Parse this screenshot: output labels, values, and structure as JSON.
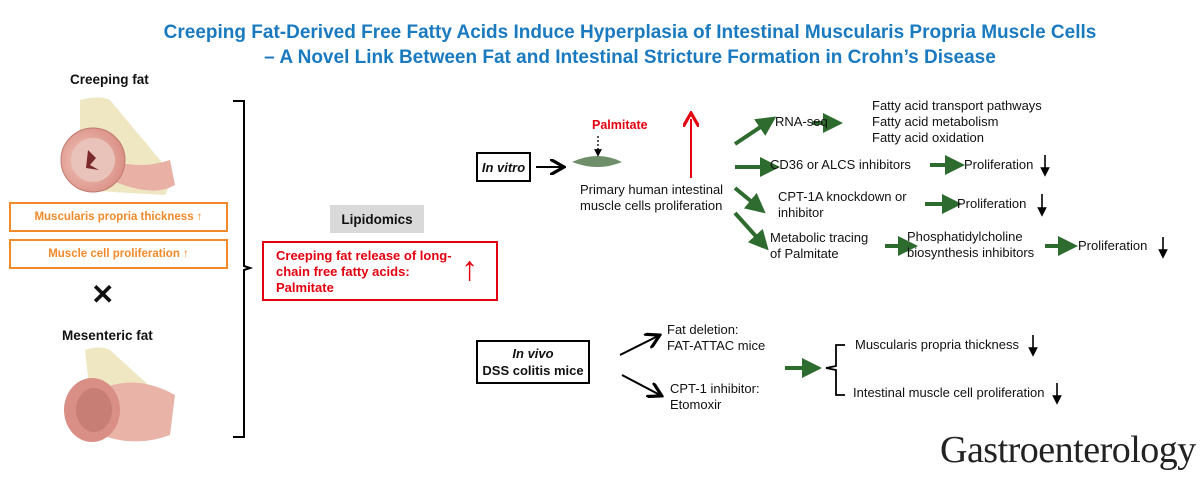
{
  "title": {
    "line1": "Creeping Fat-Derived Free Fatty Acids Induce Hyperplasia of Intestinal Muscularis Propria Muscle Cells",
    "line2": "– A Novel Link Between Fat and Intestinal Stricture Formation in Crohn’s Disease"
  },
  "left": {
    "creeping_fat": "Creeping fat",
    "box1": "Muscularis propria thickness ↑",
    "box2": "Muscle cell proliferation ↑",
    "cross": "✕",
    "mesenteric_fat": "Mesenteric fat"
  },
  "lipidomics": {
    "label": "Lipidomics",
    "result_line1": "Creeping fat release of long-",
    "result_line2": "chain free fatty acids:",
    "result_line3": "Palmitate"
  },
  "in_vitro": {
    "label": "In vitro",
    "palmitate": "Palmitate",
    "cells_line1": "Primary human intestinal",
    "cells_line2": "muscle cells proliferation",
    "rnaseq": "RNA-seq",
    "rnaseq_results": [
      "Fatty acid transport pathways",
      "Fatty acid metabolism",
      "Fatty acid oxidation"
    ],
    "cd36": "CD36 or ALCS inhibitors",
    "cpt1a_line1": "CPT-1A knockdown or",
    "cpt1a_line2": "inhibitor",
    "tracing_line1": "Metabolic tracing",
    "tracing_line2": "of Palmitate",
    "pc_line1": "Phosphatidylcholine",
    "pc_line2": "biosynthesis inhibitors",
    "proliferation": "Proliferation"
  },
  "in_vivo": {
    "label": "In vivo",
    "model": "DSS colitis mice",
    "fat_deletion_line1": "Fat deletion:",
    "fat_deletion_line2": "FAT-ATTAC mice",
    "cpt1_line1": "CPT-1 inhibitor:",
    "cpt1_line2": "Etomoxir",
    "outcome1": "Muscularis propria thickness",
    "outcome2": "Intestinal muscle cell proliferation"
  },
  "journal": "Gastroenterology",
  "colors": {
    "title": "#1a7ac0",
    "orange": "#f08a2a",
    "red": "#e3000f",
    "green": "#2e6b2e"
  }
}
